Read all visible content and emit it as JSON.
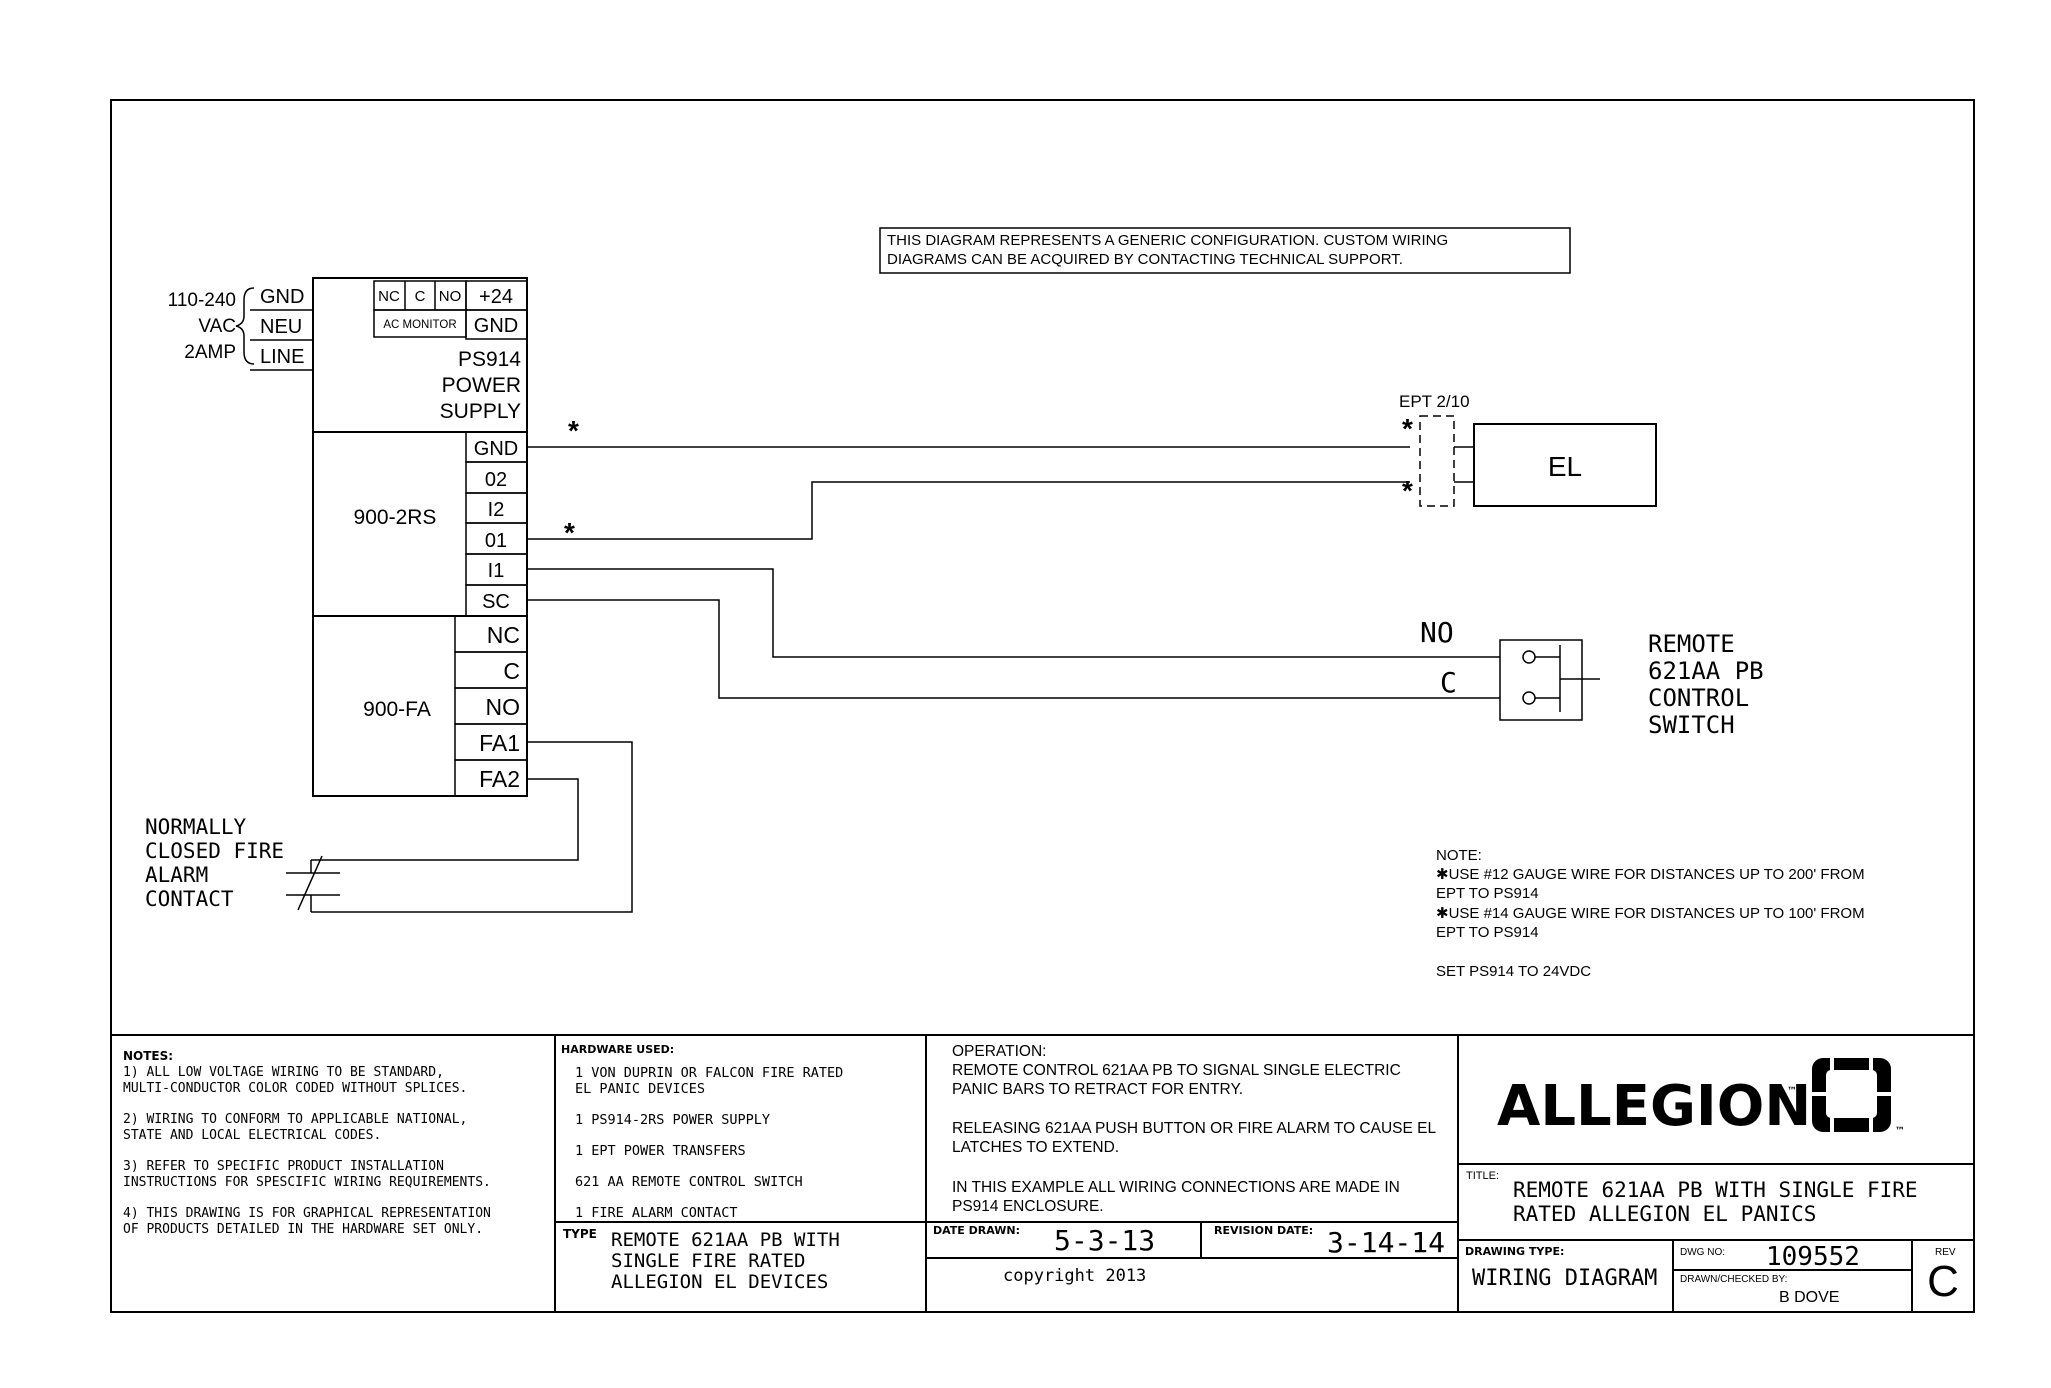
{
  "disclaimer": {
    "line1": "THIS DIAGRAM REPRESENTS A GENERIC CONFIGURATION.  CUSTOM WIRING",
    "line2": "DIAGRAMS CAN BE ACQUIRED BY CONTACTING TECHNICAL SUPPORT."
  },
  "ac_input": {
    "line1": "110-240",
    "line2": "VAC",
    "line3": "2AMP",
    "gnd": "GND",
    "neu": "NEU",
    "line": "LINE"
  },
  "ps914": {
    "nc": "NC",
    "c": "C",
    "no": "NO",
    "plus24": "+24",
    "ac_monitor": "AC MONITOR",
    "gnd": "GND",
    "name1": "PS914",
    "name2": "POWER",
    "name3": "SUPPLY"
  },
  "rs900": {
    "name": "900-2RS",
    "terminals": [
      "GND",
      "02",
      "I2",
      "01",
      "I1",
      "SC"
    ]
  },
  "fa900": {
    "name": "900-FA",
    "terminals": [
      "NC",
      "C",
      "NO",
      "FA1",
      "FA2"
    ]
  },
  "wire_markers": {
    "asterisk": "*"
  },
  "ept": {
    "label": "EPT 2/10"
  },
  "el": {
    "label": "EL"
  },
  "switch": {
    "no": "NO",
    "c": "C",
    "line1": "REMOTE",
    "line2": "621AA PB",
    "line3": "CONTROL",
    "line4": "SWITCH"
  },
  "fire_contact": {
    "line1": "NORMALLY",
    "line2": "CLOSED FIRE",
    "line3": "ALARM",
    "line4": "CONTACT"
  },
  "wire_note": {
    "title": "NOTE:",
    "line1": "✱USE #12 GAUGE WIRE FOR DISTANCES UP TO 200' FROM",
    "line2": "EPT TO PS914",
    "line3": "✱USE #14 GAUGE WIRE FOR DISTANCES UP TO 100' FROM",
    "line4": "EPT TO PS914",
    "line5": "SET PS914 TO 24VDC"
  },
  "notes": {
    "title": "NOTES:",
    "lines": [
      "1) ALL LOW VOLTAGE WIRING TO BE STANDARD,",
      "MULTI-CONDUCTOR COLOR CODED WITHOUT SPLICES.",
      "2) WIRING TO CONFORM TO APPLICABLE NATIONAL,",
      "STATE AND LOCAL ELECTRICAL CODES.",
      "3) REFER TO SPECIFIC PRODUCT INSTALLATION",
      "INSTRUCTIONS FOR SPESCIFIC WIRING REQUIREMENTS.",
      "4) THIS DRAWING IS FOR GRAPHICAL REPRESENTATION",
      "OF PRODUCTS DETAILED IN THE HARDWARE SET ONLY."
    ]
  },
  "hardware": {
    "title": "HARDWARE USED:",
    "lines": [
      "1 VON DUPRIN OR FALCON FIRE RATED",
      "EL PANIC DEVICES",
      "1 PS914-2RS POWER SUPPLY",
      "1 EPT POWER TRANSFERS",
      "621 AA REMOTE CONTROL SWITCH",
      "1 FIRE ALARM CONTACT"
    ]
  },
  "type_block": {
    "label": "TYPE",
    "line1": "REMOTE 621AA PB WITH",
    "line2": "SINGLE FIRE RATED",
    "line3": "ALLEGION EL DEVICES"
  },
  "operation": {
    "title": "OPERATION:",
    "lines": [
      "REMOTE CONTROL 621AA PB TO SIGNAL SINGLE  ELECTRIC",
      "PANIC BARS TO RETRACT FOR ENTRY.",
      "RELEASING 621AA PUSH BUTTON OR FIRE ALARM TO CAUSE EL",
      "LATCHES TO EXTEND.",
      "IN THIS EXAMPLE ALL WIRING CONNECTIONS ARE MADE IN",
      "PS914 ENCLOSURE."
    ]
  },
  "dates": {
    "drawn_label": "DATE DRAWN:",
    "drawn": "5-3-13",
    "revision_label": "REVISION DATE:",
    "revision": "3-14-14",
    "copyright": "copyright 2013"
  },
  "brand": {
    "name": "ALLEGION",
    "tm": "™"
  },
  "title_block": {
    "label": "TITLE:",
    "line1": "REMOTE 621AA PB WITH SINGLE FIRE",
    "line2": "RATED ALLEGION EL PANICS",
    "drawing_type_label": "DRAWING TYPE:",
    "drawing_type": "WIRING DIAGRAM",
    "dwg_label": "DWG NO:",
    "dwg_no": "109552",
    "drawn_label": "DRAWN/CHECKED BY:",
    "drawn_by": "B DOVE",
    "rev_label": "REV",
    "rev": "C"
  }
}
